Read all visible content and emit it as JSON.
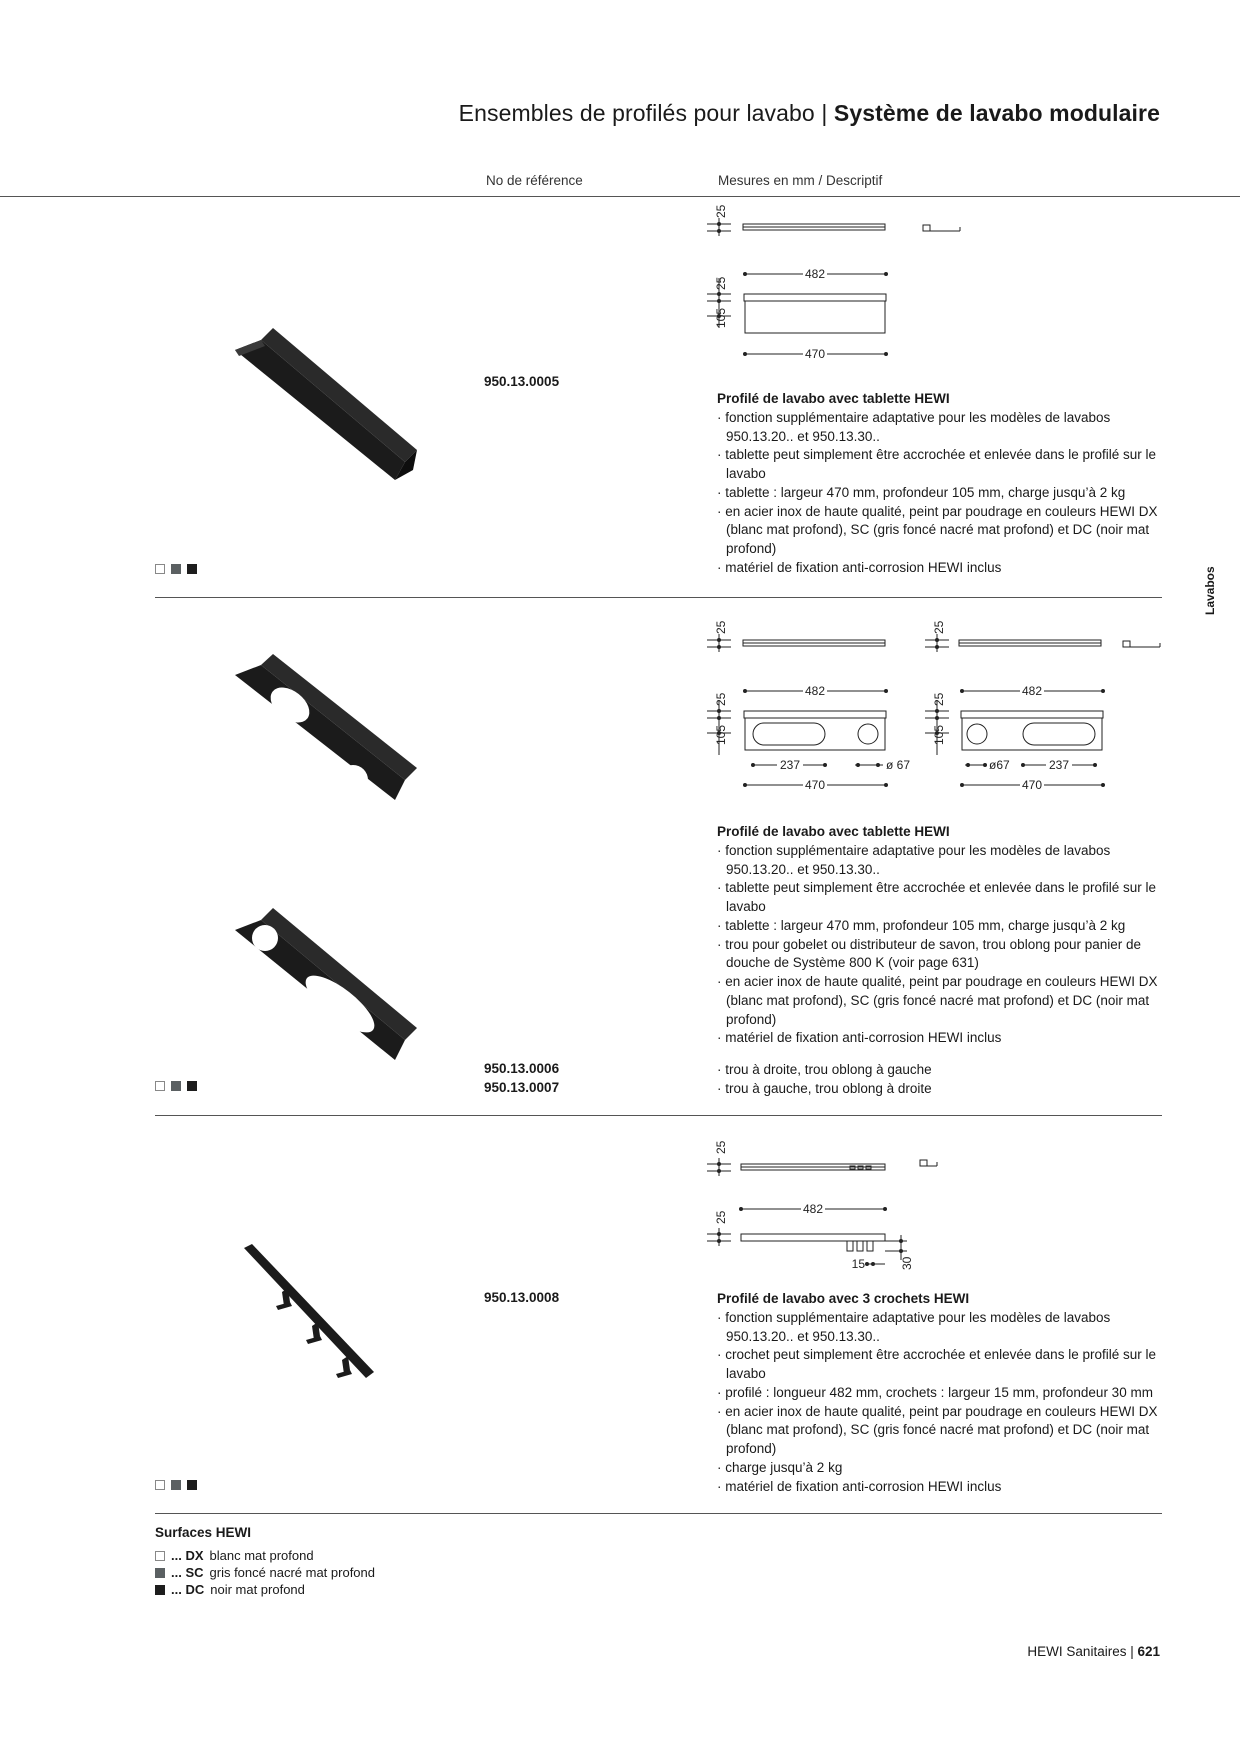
{
  "header": {
    "title_light": "Ensembles de profilés pour lavabo | ",
    "title_bold": "Système de lavabo modulaire"
  },
  "columns": {
    "ref": "No de référence",
    "measure": "Mesures en mm / Descriptif"
  },
  "side_tab": "Lavabos",
  "products": [
    {
      "ref": "950.13.0005",
      "title": "Profilé de lavabo avec tablette HEWI",
      "bullets": [
        "· fonction supplémentaire adaptative pour les modèles de lavabos 950.13.20.. et 950.13.30..",
        "· tablette peut simplement être accrochée et enlevée dans le profilé sur le lavabo",
        "· tablette : largeur 470 mm, profondeur 105 mm, charge jusqu’à 2 kg",
        "· en acier inox de haute qualité, peint par poudrage en couleurs HEWI DX (blanc mat profond), SC (gris foncé nacré mat profond) et DC (noir mat profond)",
        "· matériel de fixation anti-corrosion HEWI inclus"
      ],
      "dims": {
        "h": "25",
        "w_top": "482",
        "d": "105",
        "w_bot": "470"
      }
    },
    {
      "refs": [
        "950.13.0006",
        "950.13.0007"
      ],
      "variants": [
        "· trou à droite, trou oblong à gauche",
        "· trou à gauche, trou oblong à droite"
      ],
      "title": "Profilé de lavabo avec tablette HEWI",
      "bullets": [
        "· fonction supplémentaire adaptative pour les modèles de lavabos 950.13.20.. et 950.13.30..",
        "· tablette peut simplement être accrochée et enlevée dans le profilé sur le lavabo",
        "· tablette : largeur 470 mm, profondeur 105 mm, charge jusqu’à 2 kg",
        "· trou pour gobelet ou distributeur de savon, trou oblong pour panier de douche de Système 800 K (voir page 631)",
        "· en acier inox de haute qualité, peint par poudrage en couleurs HEWI DX (blanc mat profond), SC (gris foncé nacré mat profond) et DC (noir mat profond)",
        "· matériel de fixation anti-corrosion HEWI inclus"
      ],
      "dims": {
        "h": "25",
        "w_top": "482",
        "d": "105",
        "w_bot": "470",
        "slot": "237",
        "hole": "ø67",
        "hole_alt": "ø 67"
      }
    },
    {
      "ref": "950.13.0008",
      "title": "Profilé de lavabo avec 3 crochets HEWI",
      "bullets": [
        "· fonction supplémentaire adaptative pour les modèles de lavabos 950.13.20.. et 950.13.30..",
        "· crochet peut simplement être accrochée et enlevée dans le profilé sur le lavabo",
        "· profilé : longueur 482 mm, crochets : largeur 15 mm, profondeur 30 mm",
        "· en acier inox de haute qualité, peint par poudrage en couleurs HEWI DX (blanc mat profond), SC (gris foncé nacré mat profond) et DC (noir mat profond)",
        "· charge jusqu’à 2 kg",
        "· matériel de fixation anti-corrosion HEWI inclus"
      ],
      "dims": {
        "h": "25",
        "w_top": "482",
        "hook_w": "15",
        "hook_d": "30"
      }
    }
  ],
  "legend": {
    "title": "Surfaces HEWI",
    "items": [
      {
        "code": "... DX",
        "label": "blanc mat profond",
        "color": "#ffffff"
      },
      {
        "code": "... SC",
        "label": "gris foncé nacré mat profond",
        "color": "#5b6062"
      },
      {
        "code": "... DC",
        "label": "noir mat profond",
        "color": "#1d1d1d"
      }
    ]
  },
  "footer": {
    "brand": "HEWI Sanitaires | ",
    "page": "621"
  }
}
